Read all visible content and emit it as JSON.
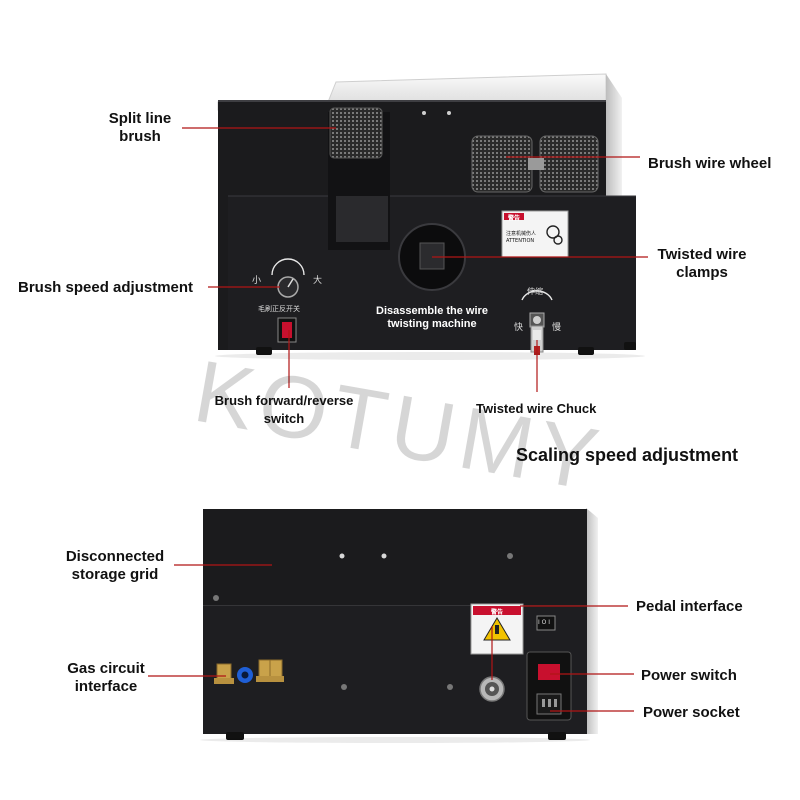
{
  "watermark": "KOTUMY",
  "top_machine": {
    "panel_title_line1": "Disassemble the wire",
    "panel_title_line2": "twisting machine",
    "knob_small": "小",
    "knob_large": "大",
    "switch_caption": "毛刷正反开关",
    "chuck_top": "伸缩",
    "chuck_fast": "快",
    "chuck_slow": "慢",
    "sticker_title": "警告",
    "sticker_line1": "注意机械伤人",
    "sticker_line2": "ATTENTION"
  },
  "bottom_machine": {
    "warning_title": "警告",
    "switch_marks": "I O I"
  },
  "labels": {
    "split_line_brush_1": "Split line",
    "split_line_brush_2": "brush",
    "brush_wire_wheel": "Brush wire wheel",
    "twisted_wire_clamps_1": "Twisted wire",
    "twisted_wire_clamps_2": "clamps",
    "brush_speed_adjustment": "Brush speed adjustment",
    "brush_switch_1": "Brush forward/reverse",
    "brush_switch_2": "switch",
    "twisted_wire_chuck": "Twisted wire Chuck",
    "scaling_speed_adjustment": "Scaling speed adjustment",
    "storage_grid_1": "Disconnected",
    "storage_grid_2": "storage grid",
    "pedal_interface": "Pedal interface",
    "gas_circuit_1": "Gas circuit",
    "gas_circuit_2": "interface",
    "power_switch": "Power switch",
    "power_socket": "Power socket"
  },
  "colors": {
    "leader_line": "#b01515",
    "machine_body": "#1b1b1d",
    "warning_red": "#c8102e",
    "warning_yellow": "#f2c200"
  }
}
